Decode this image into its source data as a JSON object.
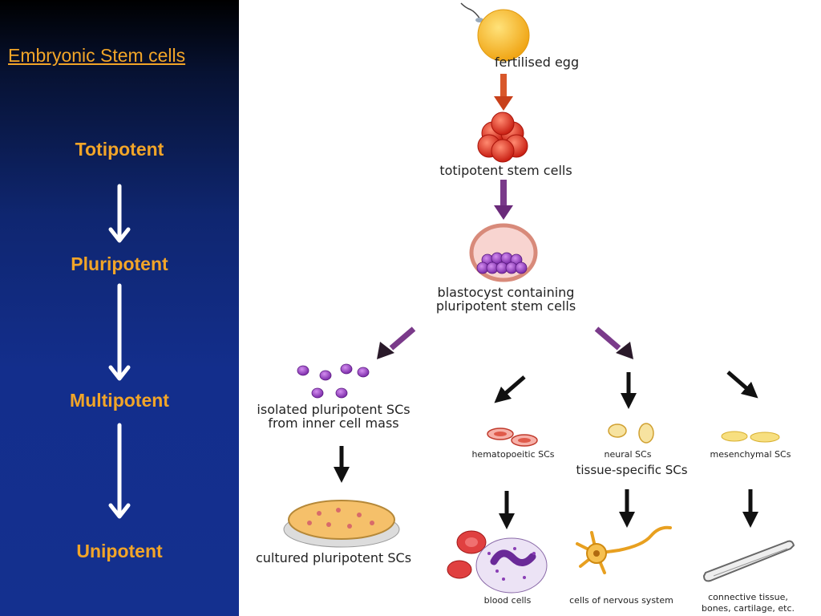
{
  "left_panel": {
    "title": "Embryonic Stem cells",
    "levels": [
      "Totipotent",
      "Pluripotent",
      "Multipotent",
      "Unipotent"
    ]
  },
  "diagram": {
    "fertilised_egg": "fertilised egg",
    "totipotent_cells": "totipotent stem cells",
    "blastocyst_line1": "blastocyst containing",
    "blastocyst_line2": "pluripotent stem cells",
    "isolated_line1": "isolated pluripotent SCs",
    "isolated_line2": "from inner cell mass",
    "cultured": "cultured pluripotent SCs",
    "hematopoietic": "hematopoeitic SCs",
    "neural": "neural SCs",
    "mesenchymal": "mesenchymal SCs",
    "tissue_specific": "tissue-specific SCs",
    "blood_cells": "blood cells",
    "nervous_cells": "cells of nervous system",
    "connective_line1": "connective tissue,",
    "connective_line2": "bones, cartilage, etc."
  },
  "colors": {
    "left_text": "#f2a528",
    "arrow_orange": "#c8501e",
    "arrow_purple": "#7a3a8a",
    "egg": "#f4b41a",
    "totipotent": "#d92b1e",
    "purple_cells": "#8a3fb5"
  }
}
